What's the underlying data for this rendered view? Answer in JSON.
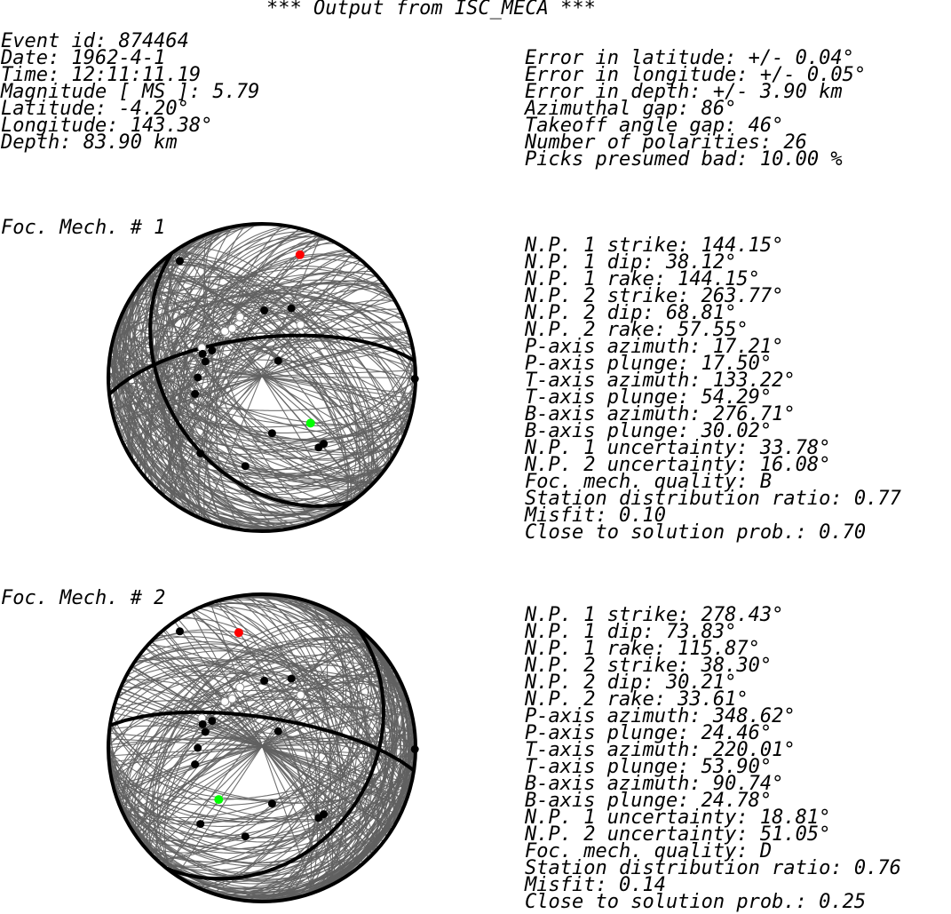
{
  "title": "*** Output from ISC_MECA ***",
  "event_left": [
    "Event id: 874464",
    "Date: 1962-4-1",
    "Time: 12:11:11.19",
    "Magnitude [ MS ]: 5.79",
    "Latitude: -4.20°",
    "Longitude: 143.38°",
    "Depth: 83.90 km"
  ],
  "event_right": [
    "Error in latitude: +/- 0.04°",
    "Error in longitude: +/- 0.05°",
    "Error in depth: +/- 3.90 km",
    "Azimuthal gap: 86°",
    "Takeoff angle gap: 46°",
    "Number of polarities: 26",
    "Picks presumed bad: 10.00 %"
  ],
  "mechanisms": [
    {
      "label": "Foc. Mech. # 1",
      "strike1": 144.15,
      "dip1": 38.12,
      "strike2": 263.77,
      "dip2": 68.81,
      "p_axis": {
        "azimuth": 17.21,
        "plunge": 17.5
      },
      "t_axis": {
        "azimuth": 133.22,
        "plunge": 54.29
      },
      "params": [
        "N.P. 1 strike: 144.15°",
        "N.P. 1 dip: 38.12°",
        "N.P. 1 rake: 144.15°",
        "N.P. 2 strike: 263.77°",
        "N.P. 2 dip: 68.81°",
        "N.P. 2 rake: 57.55°",
        "P-axis azimuth: 17.21°",
        "P-axis plunge: 17.50°",
        "T-axis azimuth: 133.22°",
        "T-axis plunge: 54.29°",
        "B-axis azimuth: 276.71°",
        "B-axis plunge: 30.02°",
        "N.P. 1 uncertainty: 33.78°",
        "N.P. 2 uncertainty: 16.08°",
        "Foc. mech. quality: B",
        "Station distribution ratio: 0.77",
        "Misfit: 0.10",
        "Close to solution prob.: 0.70"
      ]
    },
    {
      "label": "Foc. Mech. # 2",
      "strike1": 278.43,
      "dip1": 73.83,
      "strike2": 38.3,
      "dip2": 30.21,
      "p_axis": {
        "azimuth": 348.62,
        "plunge": 24.46
      },
      "t_axis": {
        "azimuth": 220.01,
        "plunge": 53.9
      },
      "params": [
        "N.P. 1 strike: 278.43°",
        "N.P. 1 dip: 73.83°",
        "N.P. 1 rake: 115.87°",
        "N.P. 2 strike: 38.30°",
        "N.P. 2 dip: 30.21°",
        "N.P. 2 rake: 33.61°",
        "P-axis azimuth: 348.62°",
        "P-axis plunge: 24.46°",
        "T-axis azimuth: 220.01°",
        "T-axis plunge: 53.90°",
        "B-axis azimuth: 90.74°",
        "B-axis plunge: 24.78°",
        "N.P. 1 uncertainty: 18.81°",
        "N.P. 2 uncertainty: 51.05°",
        "Foc. mech. quality: D",
        "Station distribution ratio: 0.76",
        "Misfit: 0.14",
        "Close to solution prob.: 0.25"
      ]
    }
  ],
  "polarities": [
    {
      "azimuth": 324.8,
      "takeoff": 82.0,
      "polarity": "compression"
    },
    {
      "azimuth": 44.3,
      "takeoff": 12.3,
      "polarity": "compression"
    },
    {
      "azimuth": 321.5,
      "takeoff": 30.2,
      "polarity": "dilatation"
    },
    {
      "azimuth": 296.4,
      "takeoff": 36.0,
      "polarity": "dilatation"
    },
    {
      "azimuth": 321.3,
      "takeoff": 31.7,
      "polarity": "dilatation"
    },
    {
      "azimuth": 328.7,
      "takeoff": 30.6,
      "polarity": "dilatation"
    },
    {
      "azimuth": 2.0,
      "takeoff": 36.0,
      "polarity": "compression"
    },
    {
      "azimuth": 340.0,
      "takeoff": 34.5,
      "polarity": "dilatation"
    },
    {
      "azimuth": 23.0,
      "takeoff": 40.5,
      "polarity": "compression"
    },
    {
      "azimuth": 36.2,
      "takeoff": 35.0,
      "polarity": "dilatation"
    },
    {
      "azimuth": 291.7,
      "takeoff": 34.2,
      "polarity": "compression"
    },
    {
      "azimuth": 298.4,
      "takeoff": 30.3,
      "polarity": "compression"
    },
    {
      "azimuth": 285.8,
      "takeoff": 31.4,
      "polarity": "compression"
    },
    {
      "azimuth": 270.0,
      "takeoff": 34.4,
      "polarity": "compression"
    },
    {
      "azimuth": 256.2,
      "takeoff": 37.0,
      "polarity": "compression"
    },
    {
      "azimuth": 137.0,
      "takeoff": 49.3,
      "polarity": "compression"
    },
    {
      "azimuth": 141.0,
      "takeoff": 49.0,
      "polarity": "compression"
    },
    {
      "azimuth": 190.6,
      "takeoff": 49.0,
      "polarity": "compression"
    },
    {
      "azimuth": 219.0,
      "takeoff": 53.5,
      "polarity": "compression"
    },
    {
      "azimuth": 169.7,
      "takeoff": 30.2,
      "polarity": "compression"
    },
    {
      "azimuth": 90.5,
      "takeoff": 89.5,
      "polarity": "compression"
    }
  ],
  "colors": {
    "text": "#000000",
    "compression": "#000000",
    "dilatation": "#ffffff",
    "p_axis": "#ff0000",
    "t_axis": "#00ff00",
    "nodal_planes": "#000000",
    "uncertainty_planes": "#606060",
    "background": "#ffffff"
  }
}
